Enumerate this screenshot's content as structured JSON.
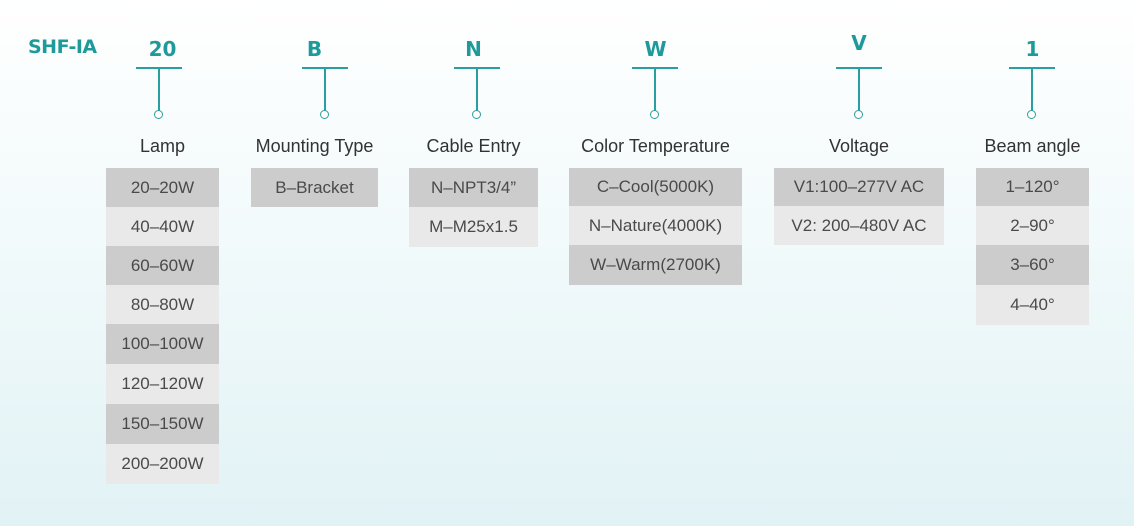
{
  "prefix": "SHF-IA",
  "columns": [
    {
      "code": "20",
      "label": "Lamp",
      "options": [
        "20–20W",
        "40–40W",
        "60–60W",
        "80–80W",
        "100–100W",
        "120–120W",
        "150–150W",
        "200–200W"
      ]
    },
    {
      "code": "B",
      "label": "Mounting Type",
      "options": [
        "B–Bracket"
      ]
    },
    {
      "code": "N",
      "label": "Cable Entry",
      "options": [
        "N–NPT3/4”",
        "M–M25x1.5"
      ]
    },
    {
      "code": "W",
      "label": "Color Temperature",
      "options": [
        "C–Cool(5000K)",
        "N–Nature(4000K)",
        "W–Warm(2700K)"
      ]
    },
    {
      "code": "V",
      "label": "Voltage",
      "options": [
        "V1:100–277V AC",
        "V2: 200–480V AC"
      ]
    },
    {
      "code": "1",
      "label": "Beam angle",
      "options": [
        "1–120°",
        "2–90°",
        "3–60°",
        "4–40°"
      ]
    }
  ],
  "colors": {
    "accent": "#1f9a9a",
    "line": "#2a9f9f",
    "box_dark": "#cccccc",
    "box_light": "#e9e9e9"
  }
}
